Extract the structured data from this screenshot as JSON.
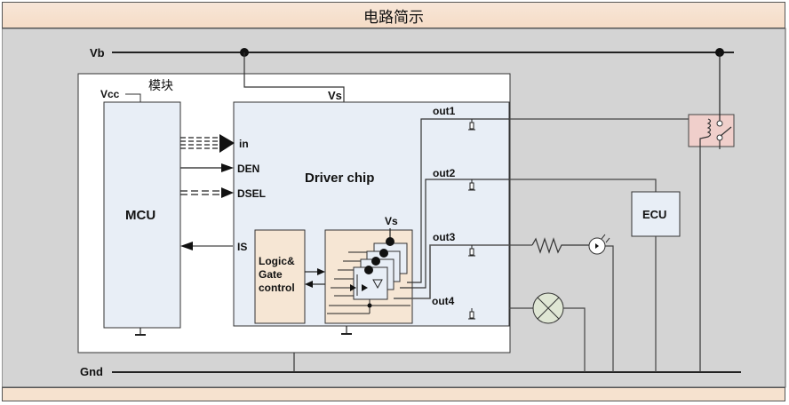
{
  "title": "电路简示",
  "colors": {
    "canvas_bg": "#d4d4d4",
    "module_bg": "#ffffff",
    "mcu_fill": "#e8eef6",
    "driver_fill": "#e8eef6",
    "logic_fill": "#f6e6d4",
    "relay_fill": "#f0cfcb",
    "ecu_fill": "#e8eef6",
    "lamp_fill": "#dfe6d4",
    "wire": "#222222",
    "title_bg": "#f6dcc6"
  },
  "rails": {
    "vb": "Vb",
    "gnd": "Gnd"
  },
  "module": {
    "label": "模块",
    "vcc": "Vcc",
    "mcu": "MCU"
  },
  "driver": {
    "label": "Driver chip",
    "vs_supply": "Vs",
    "vs_internal": "Vs",
    "logic_block": [
      "Logic&",
      "Gate",
      "control"
    ],
    "pins_in": [
      "in",
      "DEN",
      "DSEL",
      "IS"
    ],
    "outputs": [
      "out1",
      "out2",
      "out3",
      "out4"
    ]
  },
  "loads": {
    "relay": "relay",
    "ecu": "ECU",
    "led_with_resistor": "led",
    "lamp": "lamp"
  }
}
